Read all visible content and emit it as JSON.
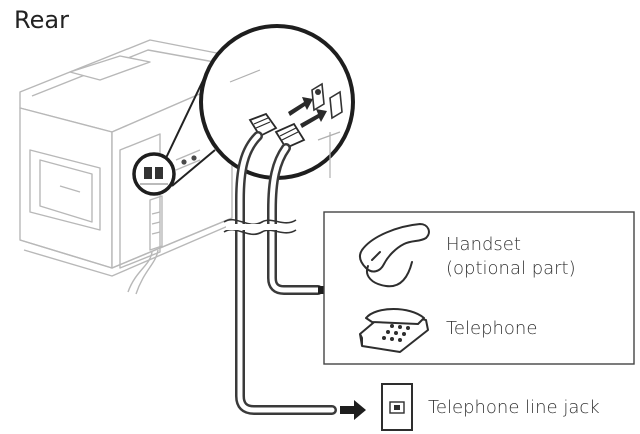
{
  "figure": {
    "title": "Rear"
  },
  "devices": {
    "handset_line1": "Handset",
    "handset_line2": "(optional part)",
    "telephone": "Telephone",
    "line_jack": "Telephone line jack"
  },
  "colors": {
    "stroke": "#3a3a3a",
    "machine": "#b8b8b8",
    "cable_fill": "#ffffff",
    "text": "#333333"
  },
  "icons": {
    "printer": "printer-rear-icon",
    "zoom": "magnified-port-icon",
    "handset": "handset-icon",
    "telephone": "telephone-icon",
    "jack": "wall-jack-icon",
    "arrow": "right-arrow-icon"
  }
}
